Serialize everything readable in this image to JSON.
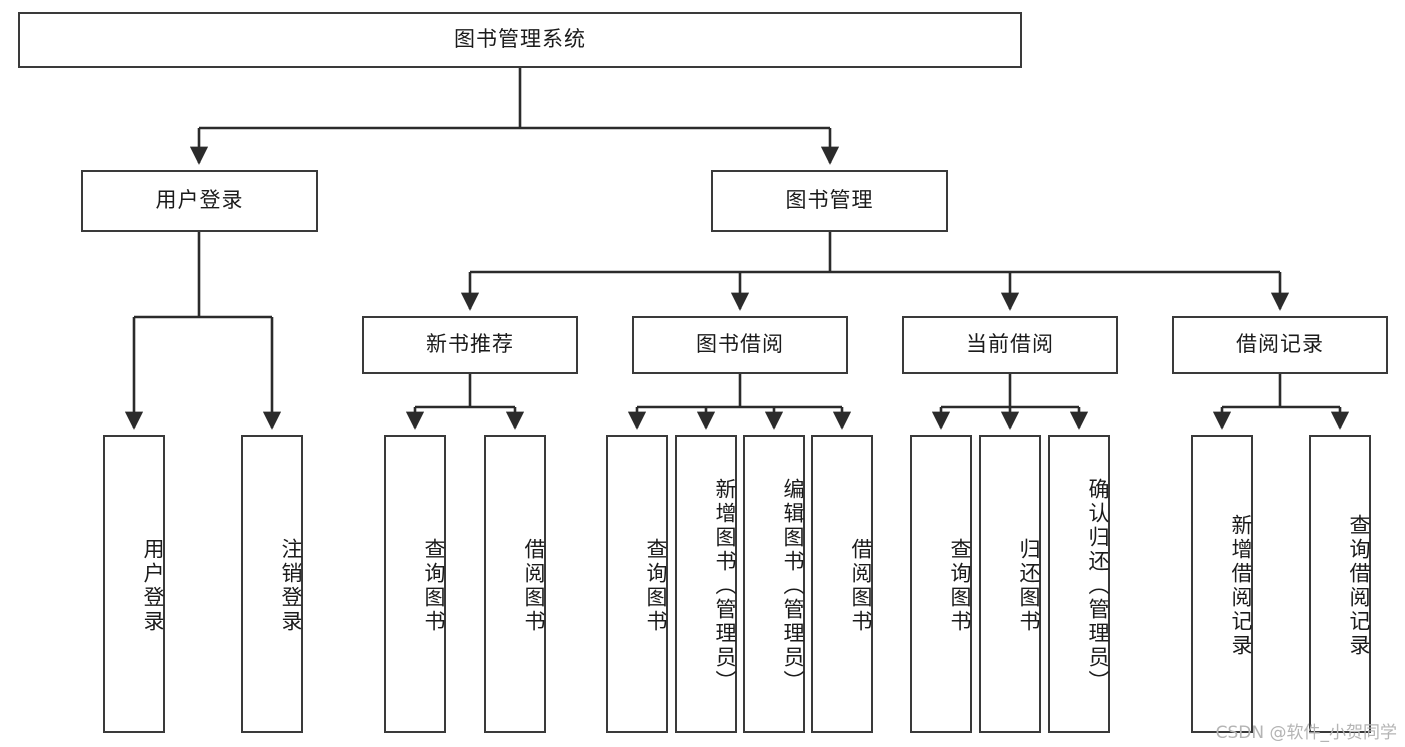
{
  "diagram": {
    "title": "图书管理系统",
    "type": "hierarchy-tree",
    "style": {
      "box_border": "#3a3a3a",
      "box_fill": "#ffffff",
      "line": "#2b2b2b",
      "text": "#1b1b1b",
      "watermark": "#b4b4b4"
    },
    "root": {
      "label": "图书管理系统"
    },
    "level2": [
      {
        "label": "用户登录"
      },
      {
        "label": "图书管理"
      }
    ],
    "level3": [
      {
        "label": "新书推荐"
      },
      {
        "label": "图书借阅"
      },
      {
        "label": "当前借阅"
      },
      {
        "label": "借阅记录"
      }
    ],
    "leaves": {
      "user_login": [
        {
          "label": "用户登录"
        },
        {
          "label": "注销登录"
        }
      ],
      "new_book_recommend": [
        {
          "label": "查询图书"
        },
        {
          "label": "借阅图书"
        }
      ],
      "book_borrow": [
        {
          "label": "查询图书"
        },
        {
          "label": "新增图书（管理员）"
        },
        {
          "label": "编辑图书（管理员）"
        },
        {
          "label": "借阅图书"
        }
      ],
      "current_borrow": [
        {
          "label": "查询图书"
        },
        {
          "label": "归还图书"
        },
        {
          "label": "确认归还（管理员）"
        }
      ],
      "borrow_record": [
        {
          "label": "新增借阅记录"
        },
        {
          "label": "查询借阅记录"
        }
      ]
    }
  },
  "watermark": {
    "text": "CSDN @软件_小贺同学"
  }
}
